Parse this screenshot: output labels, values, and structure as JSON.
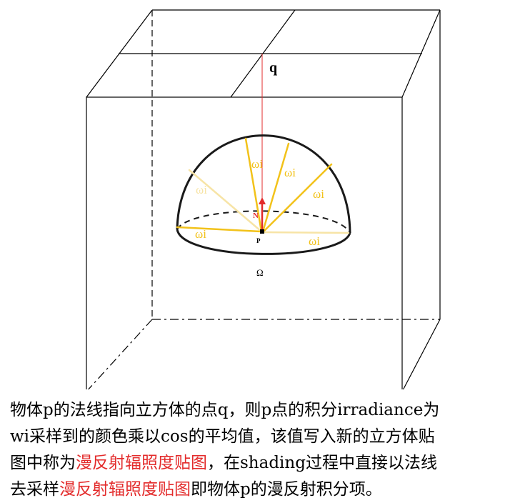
{
  "diagram": {
    "label_q": "q",
    "label_N": "N",
    "label_P": "P",
    "label_omega_big": "Ω",
    "label_omega_i": "ωi"
  },
  "caption": {
    "line1": "物体p的法线指向立方体的点q，则p点的积分irradiance为",
    "line2": "wi采样到的颜色乘以cos的平均值，该值写入新的立方体贴",
    "line3_a": "图中称为",
    "line3_b": "漫反射辐照度贴图",
    "line3_c": "，在shading过程中直接以法线",
    "line4_a": "去采样",
    "line4_b": "漫反射辐照度贴图",
    "line4_c": "即物体p的漫反射积分项。"
  },
  "colors": {
    "highlight": "#e32b2b",
    "ray": "#f2c21a",
    "ray_faded": "#f7e4a6",
    "normal": "#e32b2b"
  }
}
